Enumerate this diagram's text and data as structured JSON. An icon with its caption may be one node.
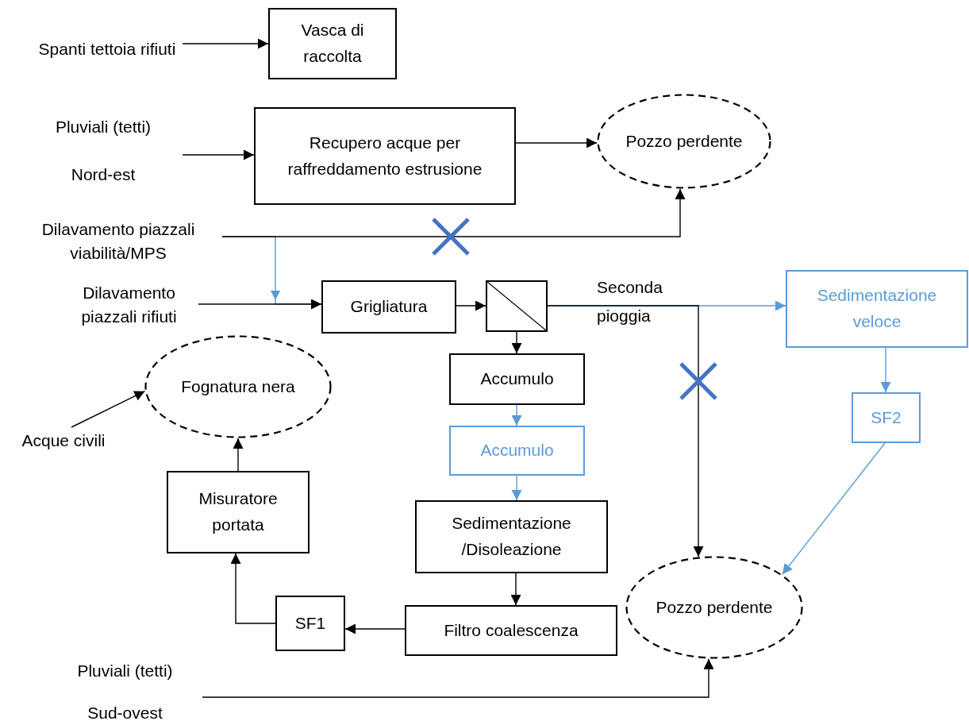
{
  "diagram": {
    "nodes": [
      {
        "text": [
          "Spanti tettoia rifiuti"
        ]
      },
      {
        "text": [
          "Vasca di raccolta"
        ]
      },
      {
        "text": [
          "Pluviali (tetti)",
          "Nord-est"
        ]
      },
      {
        "text": [
          "Recupero acque per raffreddamento estrusione"
        ]
      },
      {
        "text": [
          "Pozzo perdente"
        ]
      },
      {
        "text": [
          "Dilavamento piazzali viabilità/MPS"
        ]
      },
      {
        "text": [
          "Dilavamento piazzali rifiuti"
        ]
      },
      {
        "text": [
          "Grigliatura"
        ]
      },
      {
        "text": [],
        "shape": "box"
      },
      {
        "text": [
          "Accumulo"
        ]
      },
      {
        "text": [
          "Accumulo"
        ]
      },
      {
        "text": [
          "Sedimentazione /Disoleazione"
        ]
      },
      {
        "text": [
          "Filtro coalescenza"
        ]
      },
      {
        "text": [
          "SF1"
        ]
      },
      {
        "text": [
          "Misuratore portata"
        ]
      },
      {
        "text": [
          "Fognatura nera"
        ]
      },
      {
        "text": [
          "Acque civili"
        ]
      },
      {
        "text": [
          "Sedimentazione veloce"
        ]
      },
      {
        "text": [
          "SF2"
        ]
      },
      {
        "text": [
          "Pozzo perdente"
        ]
      },
      {
        "text": [
          "Pluviali (tetti)",
          "Sud-ovest"
        ]
      }
    ],
    "edges": [
      {
        "from": 0,
        "to": 1,
        "arrow": "to"
      },
      {
        "from": 2,
        "to": 3,
        "arrow": "to"
      },
      {
        "from": 3,
        "to": 4,
        "arrow": "to"
      },
      {
        "from": 5,
        "to": 7,
        "arrow": "to",
        "color": "#5b9bd5"
      },
      {
        "from": 5,
        "to": 4,
        "arrow": "to"
      },
      {
        "from": 6,
        "to": 7,
        "arrow": "to"
      },
      {
        "from": 7,
        "to": 8,
        "arrow": "to"
      },
      {
        "from": 8,
        "to": 9,
        "arrow": "to"
      },
      {
        "from": 9,
        "to": 10,
        "arrow": "to",
        "color": "#5b9bd5"
      },
      {
        "from": 10,
        "to": 11,
        "arrow": "to",
        "color": "#5b9bd5"
      },
      {
        "from": 11,
        "to": 12,
        "arrow": "to"
      },
      {
        "from": 12,
        "to": 13,
        "arrow": "to"
      },
      {
        "from": 13,
        "to": 14,
        "arrow": "to"
      },
      {
        "from": 14,
        "to": 15,
        "arrow": "to"
      },
      {
        "from": 16,
        "to": 15,
        "arrow": "to"
      },
      {
        "from": 8,
        "to": 17,
        "arrow": "to",
        "label": "Seconda pioggia",
        "color": "#5b9bd5"
      },
      {
        "from": 8,
        "to": 19,
        "arrow": "to"
      },
      {
        "from": 17,
        "to": 18,
        "arrow": "to",
        "color": "#5b9bd5"
      },
      {
        "from": 18,
        "to": 19,
        "arrow": "to",
        "color": "#5b9bd5"
      },
      {
        "from": 20,
        "to": 19,
        "arrow": "to"
      }
    ]
  }
}
